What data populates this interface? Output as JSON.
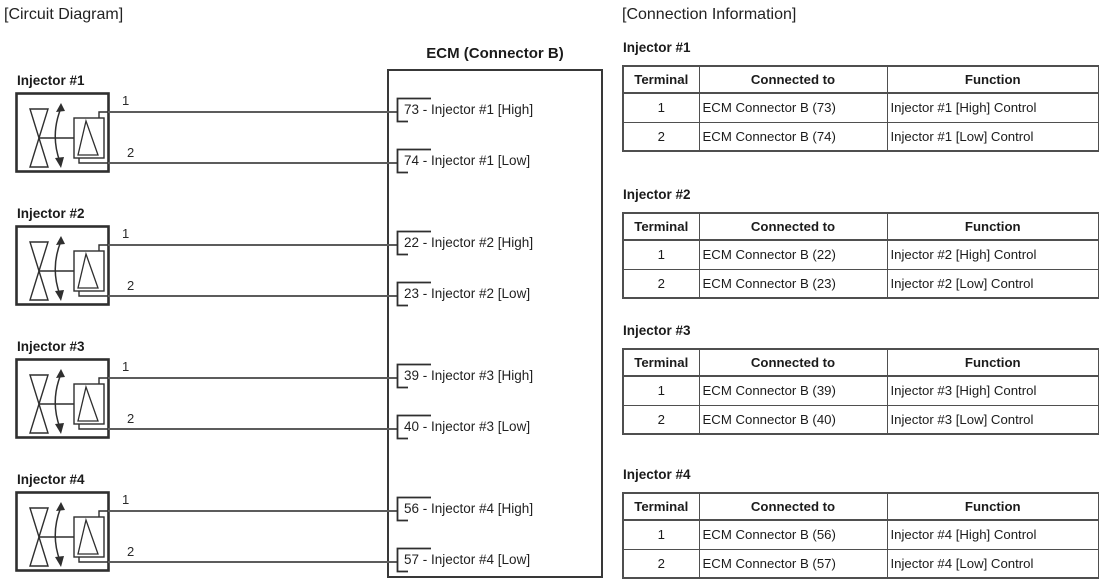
{
  "left_panel": {
    "heading": "[Circuit Diagram]",
    "ecm": {
      "title": "ECM (Connector B)"
    },
    "injectors": [
      {
        "label": "Injector #1",
        "terminals": [
          {
            "number": "1",
            "pin_label": "73 - Injector #1 [High]"
          },
          {
            "number": "2",
            "pin_label": "74 - Injector #1 [Low]"
          }
        ]
      },
      {
        "label": "Injector #2",
        "terminals": [
          {
            "number": "1",
            "pin_label": "22 - Injector #2 [High]"
          },
          {
            "number": "2",
            "pin_label": "23 - Injector #2 [Low]"
          }
        ]
      },
      {
        "label": "Injector #3",
        "terminals": [
          {
            "number": "1",
            "pin_label": "39 - Injector #3 [High]"
          },
          {
            "number": "2",
            "pin_label": "40 - Injector #3 [Low]"
          }
        ]
      },
      {
        "label": "Injector #4",
        "terminals": [
          {
            "number": "1",
            "pin_label": "56 - Injector #4 [High]"
          },
          {
            "number": "2",
            "pin_label": "57 - Injector #4 [Low]"
          }
        ]
      }
    ]
  },
  "right_panel": {
    "heading": "[Connection Information]",
    "sections": [
      {
        "label": "Injector #1",
        "headers": [
          "Terminal",
          "Connected to",
          "Function"
        ],
        "rows": [
          [
            "1",
            "ECM Connector B (73)",
            "Injector #1 [High] Control"
          ],
          [
            "2",
            "ECM Connector B (74)",
            "Injector #1 [Low] Control"
          ]
        ]
      },
      {
        "label": "Injector #2",
        "headers": [
          "Terminal",
          "Connected to",
          "Function"
        ],
        "rows": [
          [
            "1",
            "ECM Connector B (22)",
            "Injector #2 [High] Control"
          ],
          [
            "2",
            "ECM Connector B (23)",
            "Injector #2 [Low] Control"
          ]
        ]
      },
      {
        "label": "Injector #3",
        "headers": [
          "Terminal",
          "Connected to",
          "Function"
        ],
        "rows": [
          [
            "1",
            "ECM Connector B (39)",
            "Injector #3 [High] Control"
          ],
          [
            "2",
            "ECM Connector B (40)",
            "Injector #3 [Low] Control"
          ]
        ]
      },
      {
        "label": "Injector #4",
        "headers": [
          "Terminal",
          "Connected to",
          "Function"
        ],
        "rows": [
          [
            "1",
            "ECM Connector B (56)",
            "Injector #4 [High] Control"
          ],
          [
            "2",
            "ECM Connector B (57)",
            "Injector #4 [Low] Control"
          ]
        ]
      }
    ]
  },
  "colors": {
    "background": "#ffffff",
    "text": "#1b1b1b",
    "line": "#5c5c5c",
    "box_border": "#383838",
    "table_border": "#4f4f4f"
  }
}
